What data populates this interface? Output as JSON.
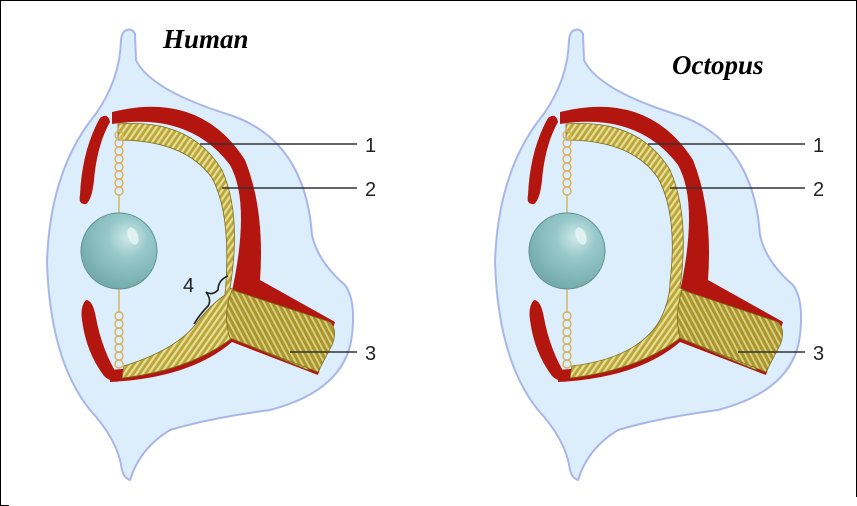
{
  "titles": {
    "human": "Human",
    "octopus": "Octopus"
  },
  "labels": {
    "one": "1",
    "two": "2",
    "three": "3",
    "four": "4"
  },
  "colors": {
    "body": "#dceefc",
    "body_outline": "#a9b6ea",
    "sclera": "#b3150f",
    "retina": "#b9a63a",
    "retina_light": "#e4d78a",
    "lens": "#8fc3c4",
    "ligament": "#d9b058"
  }
}
